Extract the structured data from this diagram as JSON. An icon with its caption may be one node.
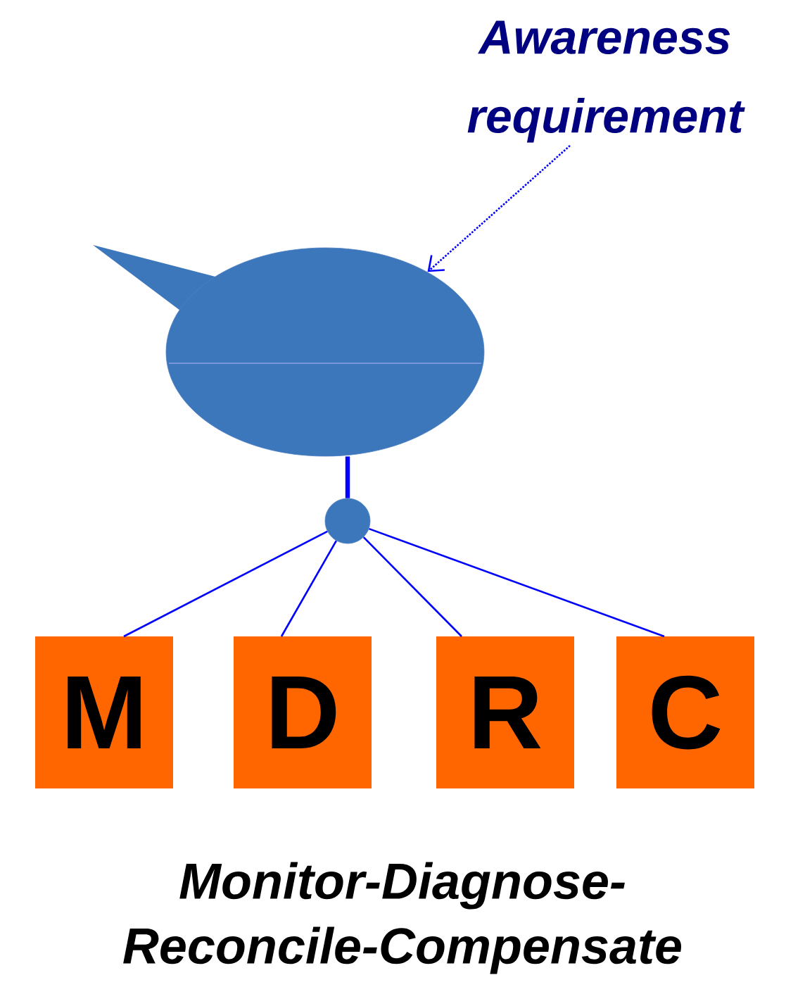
{
  "diagram": {
    "caption": "Monitor-Diagnose-Reconcile-Compensate",
    "nodes": [
      {
        "text": [
          "Awareness requirement"
        ]
      },
      {
        "text": [],
        "shape": "bubble"
      },
      {
        "text": [],
        "shape": "circle"
      },
      {
        "text": [
          "M"
        ]
      },
      {
        "text": [
          "D"
        ]
      },
      {
        "text": [
          "R"
        ]
      },
      {
        "text": [
          "C"
        ]
      }
    ],
    "edges": [
      {
        "from": 0,
        "to": 1,
        "arrow": "to",
        "style": "dashed"
      },
      {
        "from": 1,
        "to": 2,
        "arrow": "none",
        "style": "thick"
      },
      {
        "from": 2,
        "to": 3,
        "arrow": "none"
      },
      {
        "from": 2,
        "to": 4,
        "arrow": "none"
      },
      {
        "from": 2,
        "to": 5,
        "arrow": "none"
      },
      {
        "from": 2,
        "to": 6,
        "arrow": "none"
      }
    ]
  }
}
